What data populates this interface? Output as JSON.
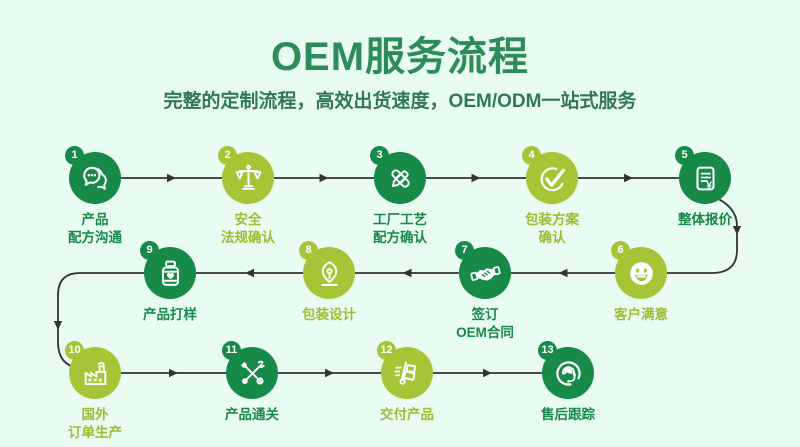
{
  "header": {
    "title": "OEM服务流程",
    "subtitle": "完整的定制流程，高效出货速度，OEM/ODM一站式服务"
  },
  "colors": {
    "background": "#e8fcf2",
    "title_green": "#2d8c5a",
    "subtitle_green": "#327953",
    "dark_green": "#178949",
    "light_green": "#a4c636",
    "light_label": "#9cbd33",
    "connector": "#333333"
  },
  "flow": {
    "steps": [
      {
        "num": "1",
        "label": "产品\n配方沟通",
        "tone": "dark",
        "icon": "chat-icon"
      },
      {
        "num": "2",
        "label": "安全\n法规确认",
        "tone": "light",
        "icon": "scales-icon"
      },
      {
        "num": "3",
        "label": "工厂工艺\n配方确认",
        "tone": "dark",
        "icon": "pen-tools-icon"
      },
      {
        "num": "4",
        "label": "包装方案\n确认",
        "tone": "light",
        "icon": "checkmark-icon"
      },
      {
        "num": "5",
        "label": "整体报价",
        "tone": "dark",
        "icon": "quotation-doc-icon"
      },
      {
        "num": "6",
        "label": "客户满意",
        "tone": "light",
        "icon": "smiley-icon"
      },
      {
        "num": "7",
        "label": "签订\nOEM合同",
        "tone": "dark",
        "icon": "handshake-icon"
      },
      {
        "num": "8",
        "label": "包装设计",
        "tone": "light",
        "icon": "pen-nib-icon"
      },
      {
        "num": "9",
        "label": "产品打样",
        "tone": "dark",
        "icon": "sample-jar-icon"
      },
      {
        "num": "10",
        "label": "国外\n订单生产",
        "tone": "light",
        "icon": "factory-icon"
      },
      {
        "num": "11",
        "label": "产品通关",
        "tone": "dark",
        "icon": "customs-icon"
      },
      {
        "num": "12",
        "label": "交付产品",
        "tone": "light",
        "icon": "hand-truck-icon"
      },
      {
        "num": "13",
        "label": "售后跟踪",
        "tone": "dark",
        "icon": "headset-icon"
      }
    ]
  }
}
